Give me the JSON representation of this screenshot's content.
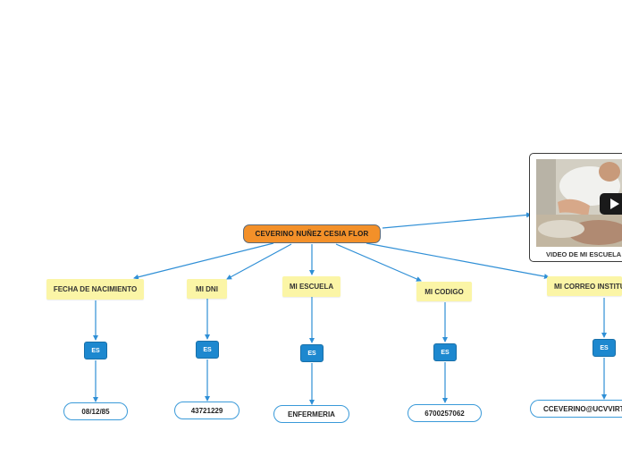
{
  "central": {
    "label": "CEVERINO NUÑEZ CESIA FLOR"
  },
  "branches": [
    {
      "topic": "FECHA DE NACIMIENTO",
      "relation": "ES",
      "value": "08/12/85"
    },
    {
      "topic": "MI DNI",
      "relation": "ES",
      "value": "43721229"
    },
    {
      "topic": "MI ESCUELA",
      "relation": "ES",
      "value": "ENFERMERIA"
    },
    {
      "topic": "MI CODIGO",
      "relation": "ES",
      "value": "6700257062"
    },
    {
      "topic": "MI CORREO INSTITUCIONAL",
      "relation": "ES",
      "value": "CCEVERINO@UCVVIRTUAL.EDU.PE"
    }
  ],
  "media": {
    "caption": "VIDEO DE MI ESCUELA",
    "icon": "play-icon"
  },
  "colors": {
    "central": "#f39029",
    "topic": "#fbf5a6",
    "relation": "#1d88cf",
    "value_border": "#3a9ad9",
    "connector": "#2f8fd6"
  }
}
